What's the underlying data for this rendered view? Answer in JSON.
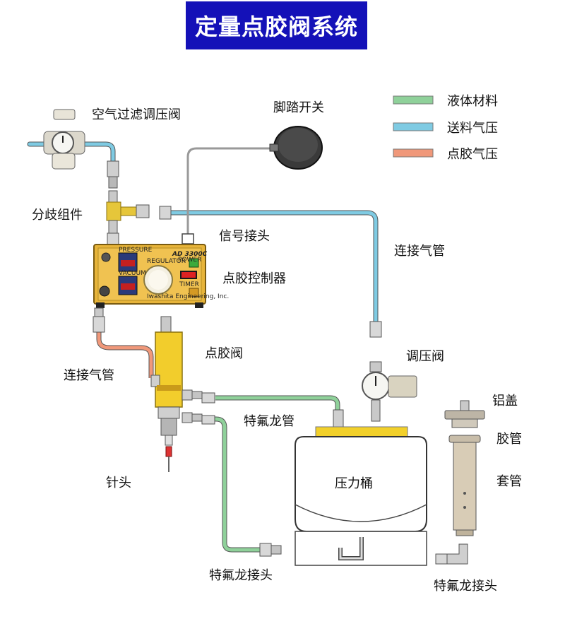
{
  "title": "定量点胶阀系统",
  "legend": [
    {
      "label": "液体材料",
      "color": "#8fd19a"
    },
    {
      "label": "送料气压",
      "color": "#7fcbe3"
    },
    {
      "label": "点胶气压",
      "color": "#f0987a"
    }
  ],
  "labels": {
    "air_filter": "空气过滤调压阀",
    "foot_switch": "脚踏开关",
    "branch": "分歧组件",
    "signal": "信号接头",
    "air_pipe_right": "连接气管",
    "controller": "点胶控制器",
    "regulator": "调压阀",
    "dispense_valve": "点胶阀",
    "air_pipe_left": "连接气管",
    "ptfe_tube": "特氟龙管",
    "needle": "针头",
    "pressure_tank": "压力桶",
    "ptfe_joint_left": "特氟龙接头",
    "ptfe_joint_right": "特氟龙接头",
    "aluminum_cap": "铝盖",
    "rubber_tube": "胶管",
    "sleeve": "套管"
  },
  "controller_panel": {
    "model": "AD 3300C",
    "pressure": "PRESSURE",
    "vacuum": "VACUUM",
    "regulator": "REGULATOR",
    "power": "POWER",
    "timer": "TIMER",
    "brand": "Iwashita Engineering, Inc."
  }
}
